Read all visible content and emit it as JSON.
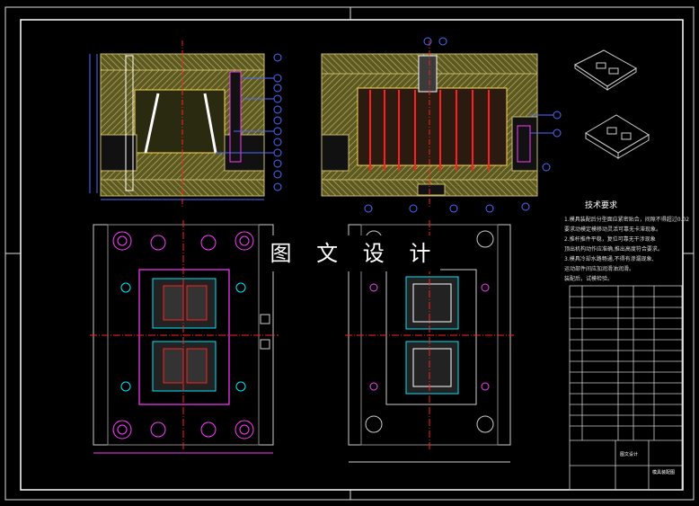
{
  "watermark": "图 文 设 计",
  "notes": {
    "title": "技术要求",
    "lines": [
      "1.模具装配后分型面应紧密贴合，间隙不得超过0.02",
      "要求动模定模移动灵活可靠无卡滞现象。",
      "2.推杆推件平稳，复位可靠无干涉现象",
      "顶出机构动作应准确,推出高度符合要求。",
      "3.模具冷却水路畅通,不得有渗漏现象,",
      "运动部件间应加润滑油润滑。",
      "装配后，试模检验。"
    ]
  },
  "title_block": {
    "label_a": "图文设计",
    "label_b": "模具装配图"
  },
  "colors": {
    "border": "#ffffff",
    "plate": "#6b6a2a",
    "hatch": "#c9b96a",
    "cyan": "#00e5ff",
    "magenta": "#ff3cff",
    "red": "#ff2020",
    "blue": "#4e6bff"
  }
}
